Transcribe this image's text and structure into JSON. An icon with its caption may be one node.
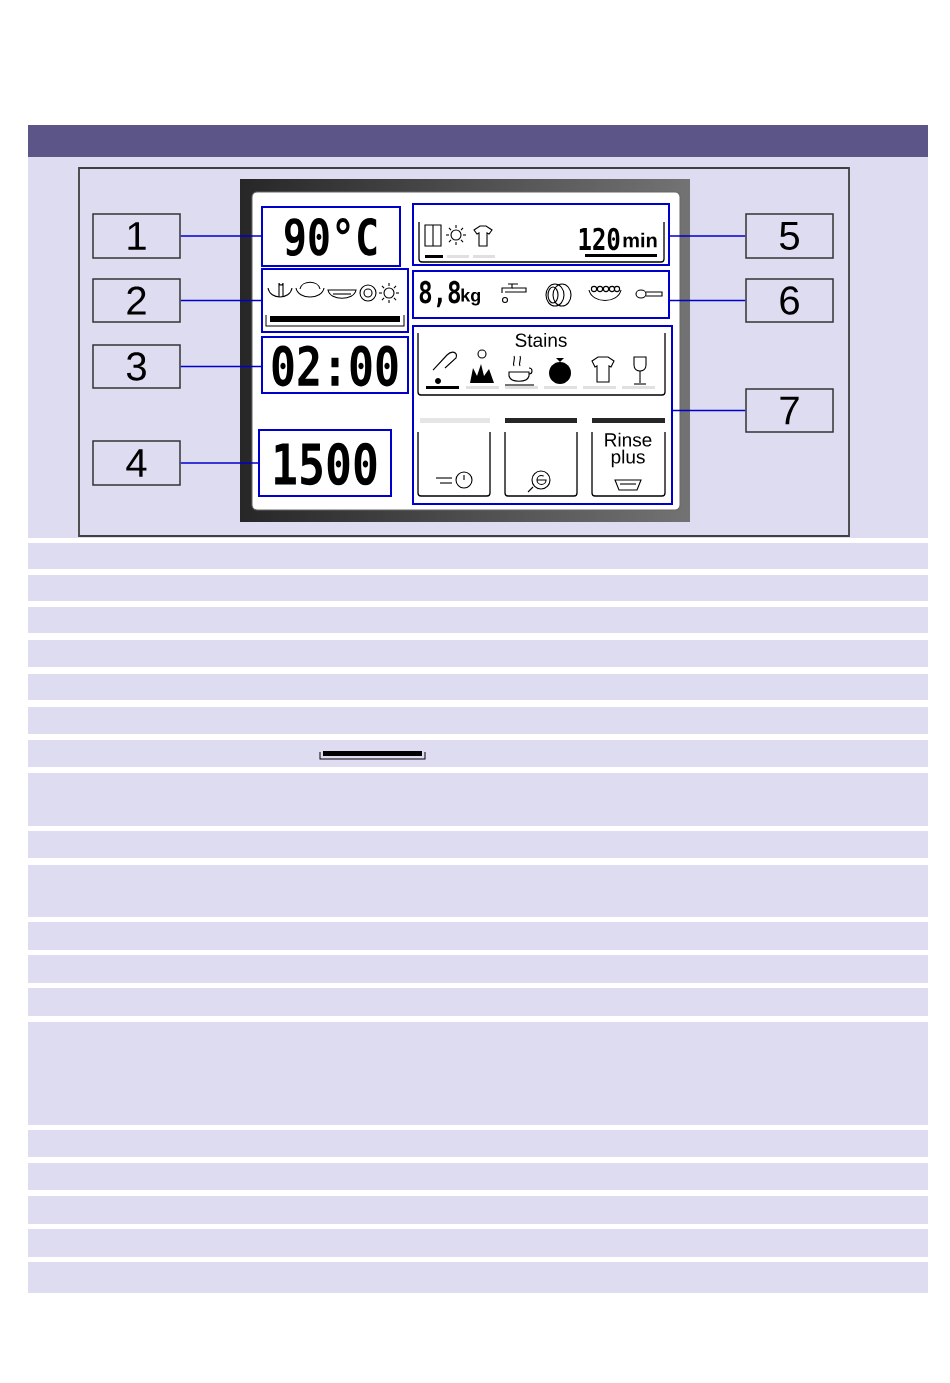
{
  "diagram": {
    "nodes": [
      {
        "text": [
          "1"
        ]
      },
      {
        "text": [
          "2"
        ]
      },
      {
        "text": [
          "3"
        ]
      },
      {
        "text": [
          "4"
        ]
      },
      {
        "text": [
          "5"
        ]
      },
      {
        "text": [
          "6"
        ]
      },
      {
        "text": [
          "7"
        ]
      },
      {
        "text": [
          "90°C"
        ]
      },
      {
        "text": [],
        "shape": "box"
      },
      {
        "text": [
          "02:00"
        ]
      },
      {
        "text": [
          "1500"
        ]
      },
      {
        "text": [
          "120",
          "min"
        ]
      },
      {
        "text": [
          "8,8",
          "kg"
        ]
      },
      {
        "text": [
          "Stains",
          "Rinse plus"
        ]
      }
    ],
    "edges": [
      {
        "from": 0,
        "to": 7,
        "arrow": "none"
      },
      {
        "from": 1,
        "to": 8,
        "arrow": "none"
      },
      {
        "from": 2,
        "to": 9,
        "arrow": "none"
      },
      {
        "from": 3,
        "to": 10,
        "arrow": "none"
      },
      {
        "from": 4,
        "to": 11,
        "arrow": "none"
      },
      {
        "from": 5,
        "to": 12,
        "arrow": "none"
      },
      {
        "from": 6,
        "to": 13,
        "arrow": "none"
      }
    ]
  }
}
